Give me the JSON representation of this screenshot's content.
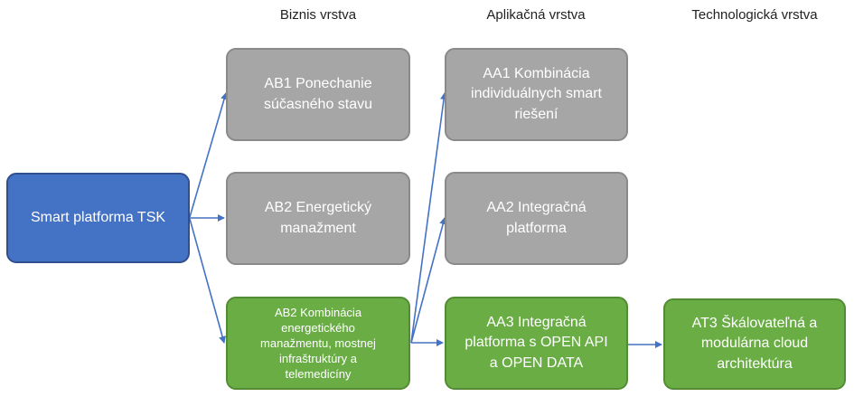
{
  "headers": {
    "business": "Biznis vrstva",
    "application": "Aplikačná vrstva",
    "technology": "Technologická vrstva"
  },
  "nodes": {
    "root": "Smart platforma TSK",
    "ab1": "AB1 Ponechanie\nsúčasného stavu",
    "ab2_energy": "AB2 Energetický\nmanažment",
    "ab2_combo": "AB2 Kombinácia\nenergetického\nmanažmentu, mostnej\ninfraštruktúry a\ntelemedicíny",
    "aa1": "AA1 Kombinácia\nindividuálnych smart\nriešení",
    "aa2": "AA2 Integračná\nplatforma",
    "aa3": "AA3 Integračná\nplatforma s OPEN API\na OPEN DATA",
    "at3": "AT3 Škálovateľná a\nmodulárna cloud\narchitektúra"
  },
  "colors": {
    "root_fill": "#4472c4",
    "inactive_fill": "#a6a6a6",
    "selected_fill": "#6aad45",
    "edge": "#4472c4"
  }
}
